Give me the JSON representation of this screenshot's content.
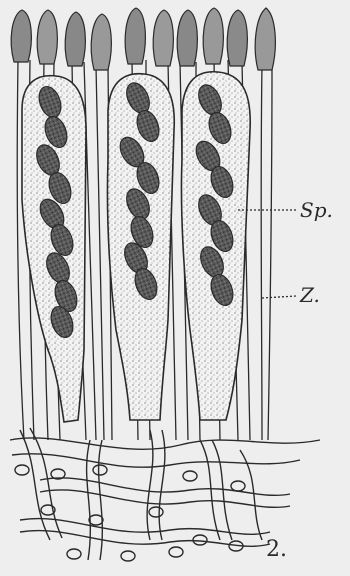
{
  "figure": {
    "labels": {
      "sp": "Sp.",
      "z": "Z."
    },
    "number": "2."
  }
}
